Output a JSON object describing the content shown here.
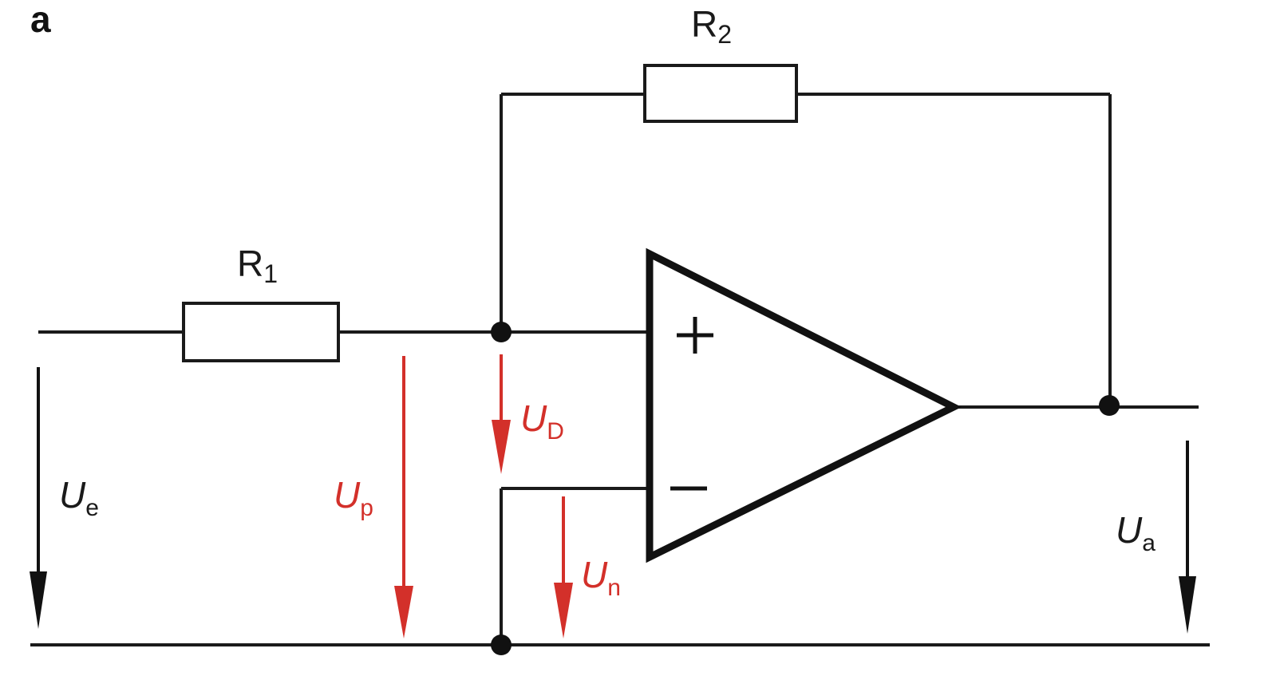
{
  "figure": {
    "label": "a"
  },
  "components": {
    "r1": {
      "label": "R",
      "subscript": "1"
    },
    "r2": {
      "label": "R",
      "subscript": "2"
    },
    "opamp": {
      "plus_sign": "+",
      "minus_sign": "−"
    }
  },
  "voltages": {
    "ue": {
      "symbol": "U",
      "subscript": "e"
    },
    "up": {
      "symbol": "U",
      "subscript": "p"
    },
    "ud": {
      "symbol": "U",
      "subscript": "D"
    },
    "un": {
      "symbol": "U",
      "subscript": "n"
    },
    "ua": {
      "symbol": "U",
      "subscript": "a"
    }
  },
  "colors": {
    "wire": "#1a1a1a",
    "internal_voltage_arrows": "#d3302a",
    "external_voltage_arrows": "#111111"
  }
}
